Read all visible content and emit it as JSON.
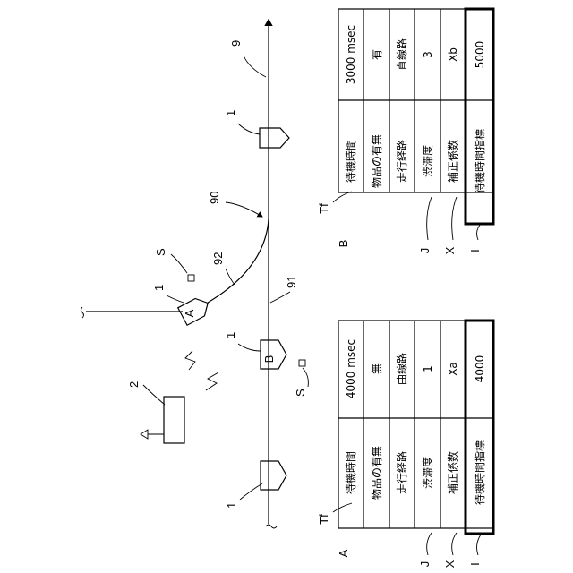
{
  "labels": {
    "route_main": "9",
    "curve_branch": "90",
    "route_lower": "91",
    "curve_label": "92",
    "vehicle_ref_right": "1",
    "vehicle_ref_a": "1",
    "vehicle_ref_b": "1",
    "vehicle_ref_left": "1",
    "controller_ref": "2",
    "sensor_upper": "S",
    "sensor_lower": "S",
    "vehicle_a": "A",
    "vehicle_b": "B"
  },
  "table_b": {
    "tag": "B",
    "tf": "Tf",
    "j": "J",
    "x": "X",
    "i": "I",
    "rows": [
      {
        "name": "待機時間",
        "value": "3000 msec"
      },
      {
        "name": "物品の有無",
        "value": "有"
      },
      {
        "name": "走行経路",
        "value": "直線路"
      },
      {
        "name": "渋滞度",
        "value": "3"
      },
      {
        "name": "補正係数",
        "value": "Xb"
      },
      {
        "name": "待機時間指標",
        "value": "5000"
      }
    ]
  },
  "table_a": {
    "tag": "A",
    "tf": "Tf",
    "j": "J",
    "x": "X",
    "i": "I",
    "rows": [
      {
        "name": "待機時間",
        "value": "4000 msec"
      },
      {
        "name": "物品の有無",
        "value": "無"
      },
      {
        "name": "走行経路",
        "value": "曲線路"
      },
      {
        "name": "渋滞度",
        "value": "1"
      },
      {
        "name": "補正係数",
        "value": "Xa"
      },
      {
        "name": "待機時間指標",
        "value": "4000"
      }
    ]
  }
}
